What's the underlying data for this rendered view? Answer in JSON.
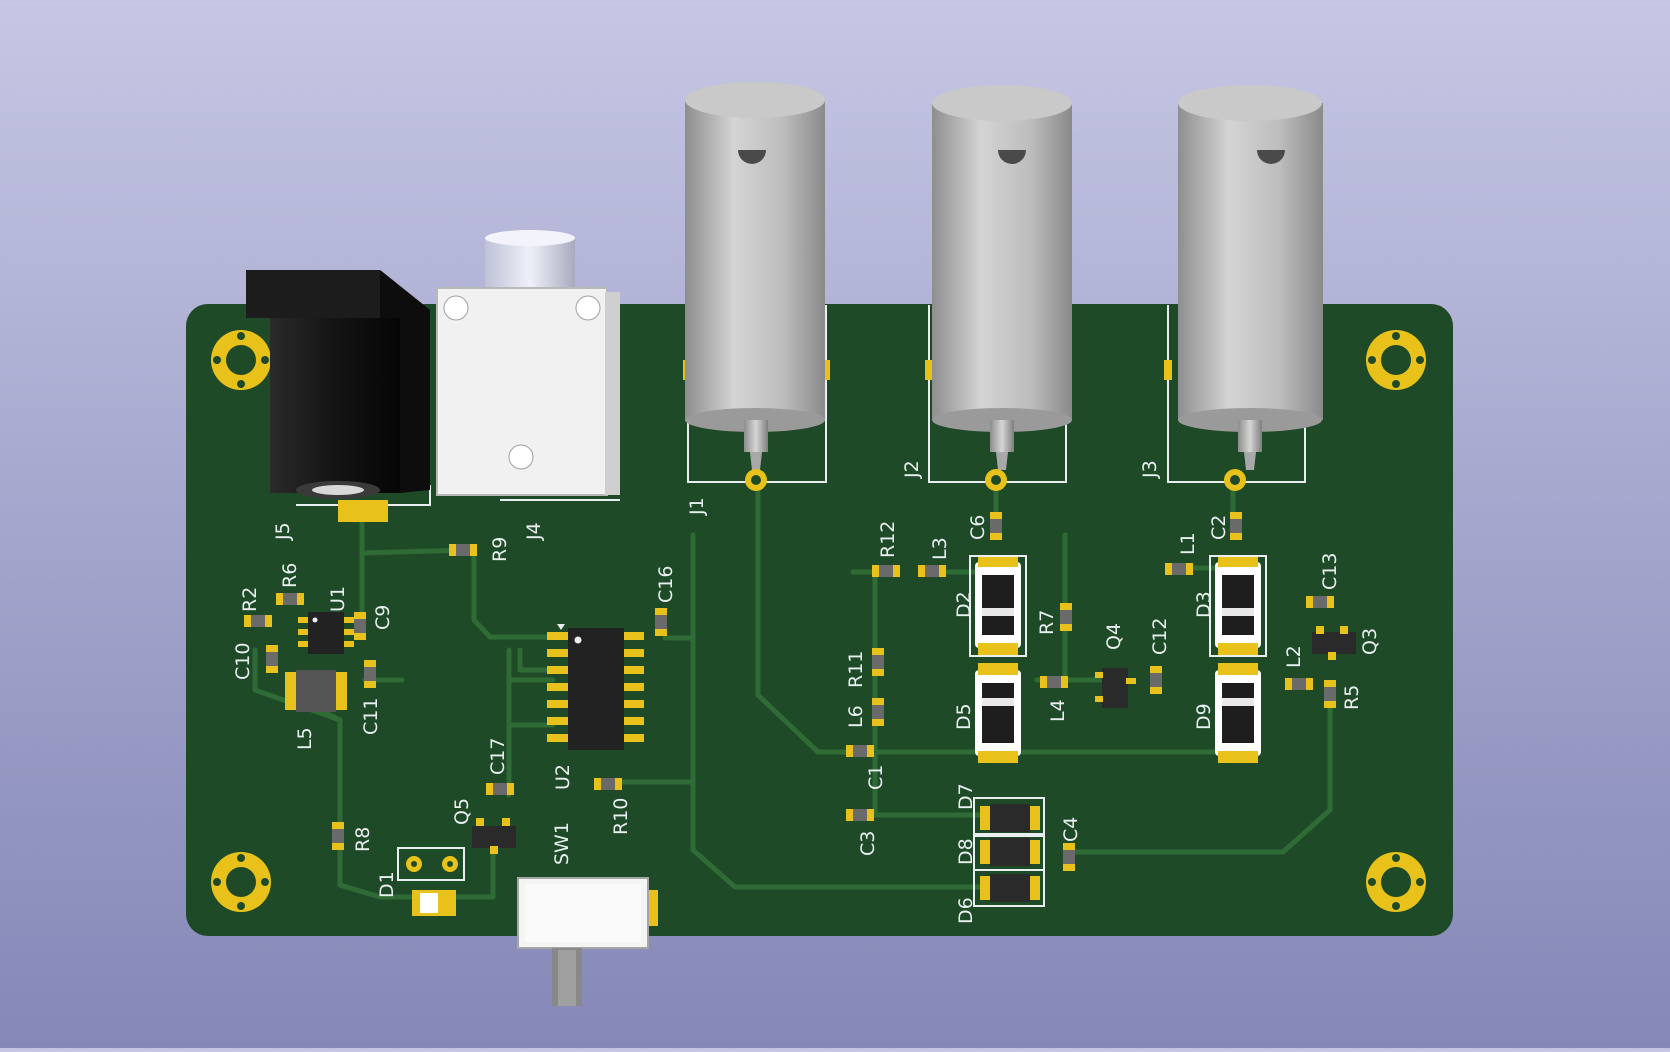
{
  "board": {
    "colors": {
      "background_top": "#c6c7e4",
      "background_bottom": "#8587b7",
      "pcb": "#1f4a27",
      "track": "#2f6b34",
      "pad": "#e8c21a",
      "silkscreen": "#e9eef0",
      "bnc_body": "#b8b8b8",
      "dc_jack": "#1a1a1a"
    },
    "connectors": [
      {
        "ref": "J1",
        "type": "bnc",
        "icon": "bnc-connector-icon"
      },
      {
        "ref": "J2",
        "type": "bnc",
        "icon": "bnc-connector-icon"
      },
      {
        "ref": "J3",
        "type": "bnc",
        "icon": "bnc-connector-icon"
      },
      {
        "ref": "J4",
        "type": "audio-jack",
        "icon": "audio-jack-icon"
      },
      {
        "ref": "J5",
        "type": "dc-barrel-jack",
        "icon": "dc-jack-icon"
      }
    ],
    "labels": {
      "J1": "J1",
      "J2": "J2",
      "J3": "J3",
      "J4": "J4",
      "J5": "J5",
      "R2": "R2",
      "R5": "R5",
      "R6": "R6",
      "R7": "R7",
      "R8": "R8",
      "R9": "R9",
      "R10": "R10",
      "R11": "R11",
      "R12": "R12",
      "C1": "C1",
      "C2": "C2",
      "C3": "C3",
      "C4": "C4",
      "C6": "C6",
      "C9": "C9",
      "C10": "C10",
      "C11": "C11",
      "C12": "C12",
      "C13": "C13",
      "C16": "C16",
      "C17": "C17",
      "L1": "L1",
      "L2": "L2",
      "L3": "L3",
      "L4": "L4",
      "L5": "L5",
      "L6": "L6",
      "D1": "D1",
      "D2": "D2",
      "D3": "D3",
      "D5": "D5",
      "D6": "D6",
      "D7": "D7",
      "D8": "D8",
      "D9": "D9",
      "Q3": "Q3",
      "Q4": "Q4",
      "Q5": "Q5",
      "U1": "U1",
      "U2": "U2",
      "SW1": "SW1"
    }
  }
}
